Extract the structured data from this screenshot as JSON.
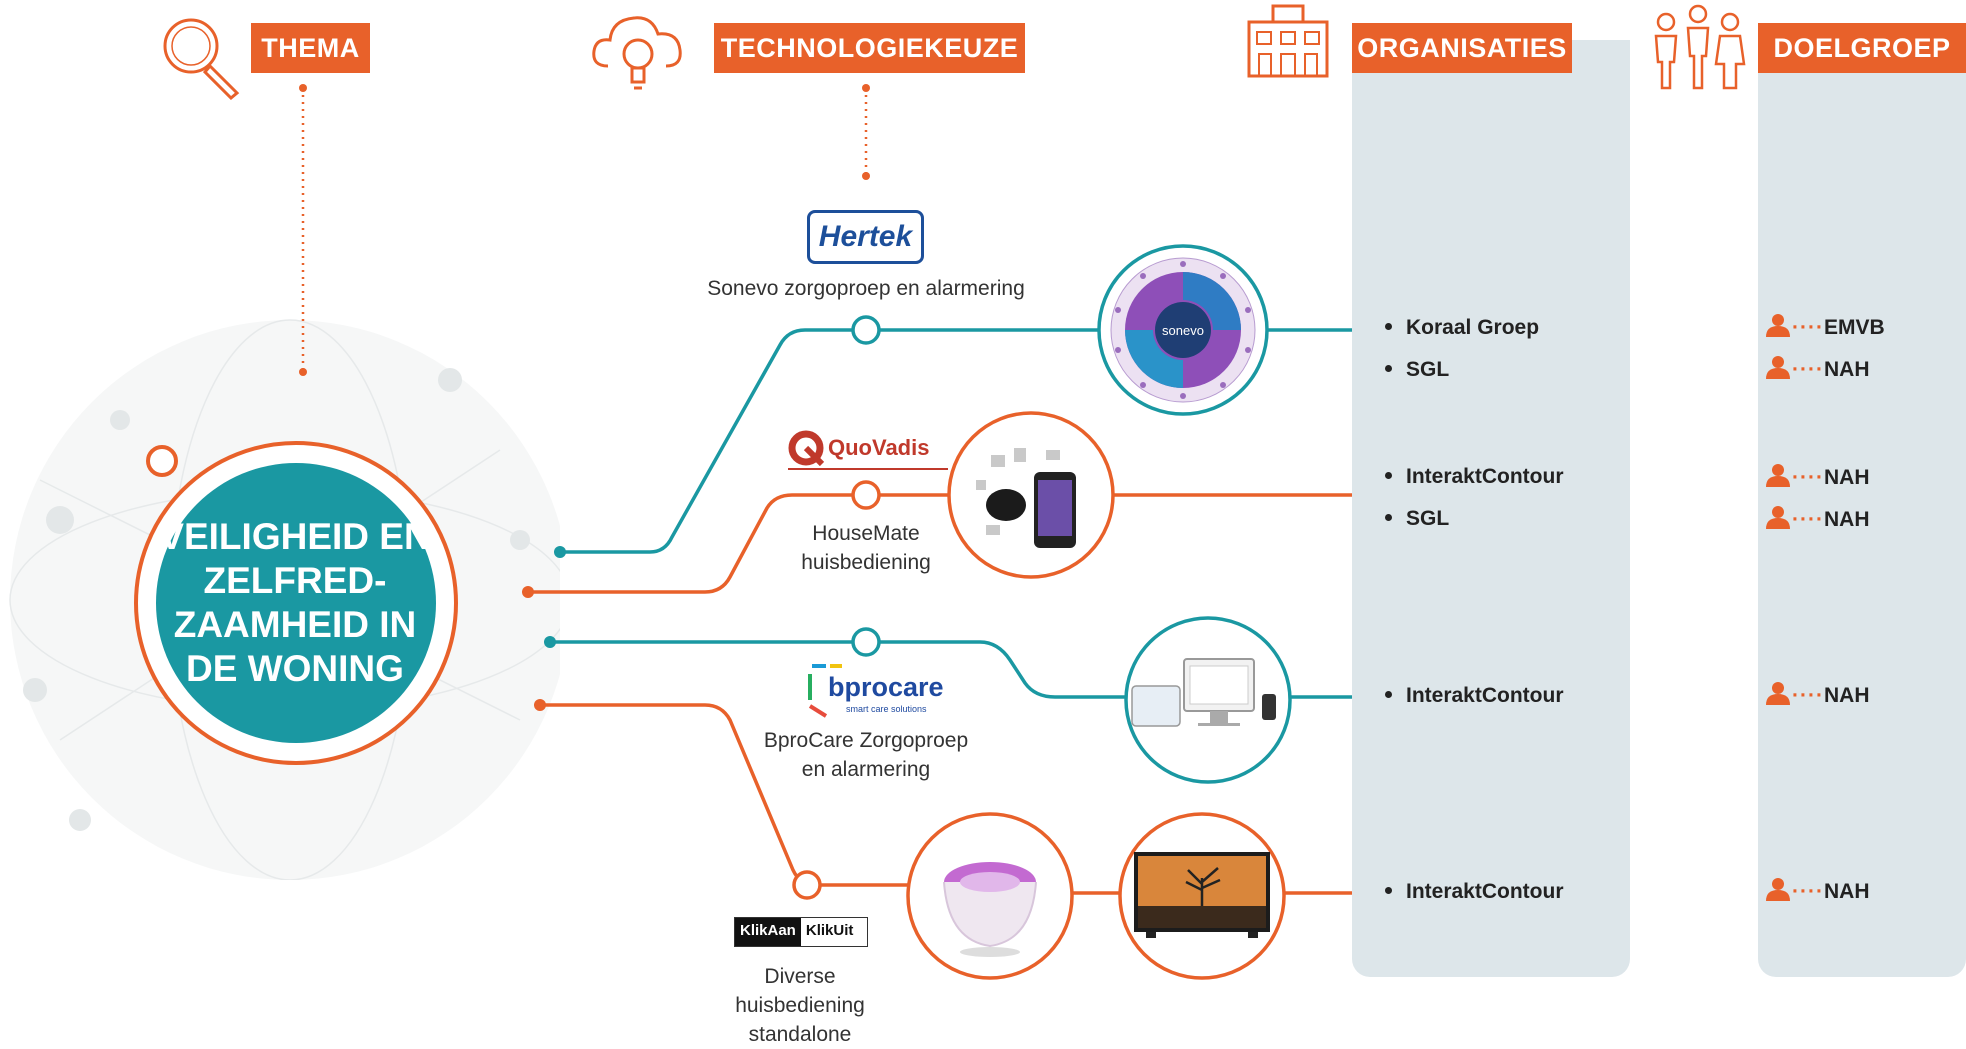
{
  "headers": {
    "thema": "THEMA",
    "technologie": "TECHNOLOGIEKEUZE",
    "organisaties": "ORGANISATIES",
    "doelgroep": "DOELGROEP"
  },
  "theme": {
    "title": "VEILIGHEID EN ZELFRED-ZAAMHEID IN DE WONING"
  },
  "technologies": [
    {
      "logo": "Hertek",
      "label": "Sonevo zorgoproep en alarmering",
      "image_text": "sonevo"
    },
    {
      "logo": "QuoVadis",
      "label": "HouseMate huisbediening"
    },
    {
      "logo": "bprocare",
      "logo_sub": "smart care solutions",
      "label": "BproCare Zorgoproep en alarmering"
    },
    {
      "logo_left": "KlikAan",
      "logo_right": "KlikUit",
      "label": "Diverse huisbediening standalone"
    }
  ],
  "organisaties": [
    "Koraal Groep",
    "SGL",
    "InteraktContour",
    "SGL",
    "InteraktContour",
    "InteraktContour"
  ],
  "doelgroep": [
    "EMVB",
    "NAH",
    "NAH",
    "NAH",
    "NAH",
    "NAH"
  ],
  "colors": {
    "orange": "#e8612a",
    "teal": "#1a98a2",
    "column": "#dde6ea"
  }
}
